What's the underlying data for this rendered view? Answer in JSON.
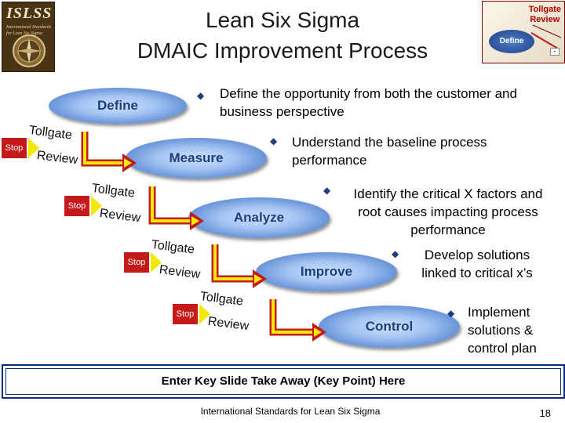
{
  "logo": {
    "text": "ISLSS",
    "subtitle_lines": [
      "International Standards",
      "for Lean Six Sigma"
    ]
  },
  "title": {
    "line1": "Lean Six Sigma",
    "line2": "DMAIC Improvement Process"
  },
  "thumbnail": {
    "review_label_line1": "Tollgate",
    "review_label_line2": "Review",
    "oval_label": "Define"
  },
  "phases": [
    {
      "label": "Define",
      "description": "Define the opportunity from both the customer and business perspective"
    },
    {
      "label": "Measure",
      "description": "Understand the baseline process performance"
    },
    {
      "label": "Analyze",
      "description": "Identify the critical X factors and root causes impacting process performance"
    },
    {
      "label": "Improve",
      "description": "Develop solutions linked to critical x’s"
    },
    {
      "label": "Control",
      "description": "Implement solutions & control plan"
    }
  ],
  "tollgate": {
    "line1": "Tollgate",
    "stop": "Stop",
    "line2": "Review"
  },
  "bullet_icon": "diamond-bullet",
  "takeaway": "Enter Key Slide Take Away (Key Point) Here",
  "footer": "International Standards for Lean Six Sigma",
  "page_number": "18",
  "colors": {
    "oval_text": "#1e3f78",
    "stop_sign": "#c61a1a",
    "arrow_yellow": "#f2e80a",
    "l_arrow_red": "#c61a1a",
    "takeaway_border": "#0b2f78"
  }
}
